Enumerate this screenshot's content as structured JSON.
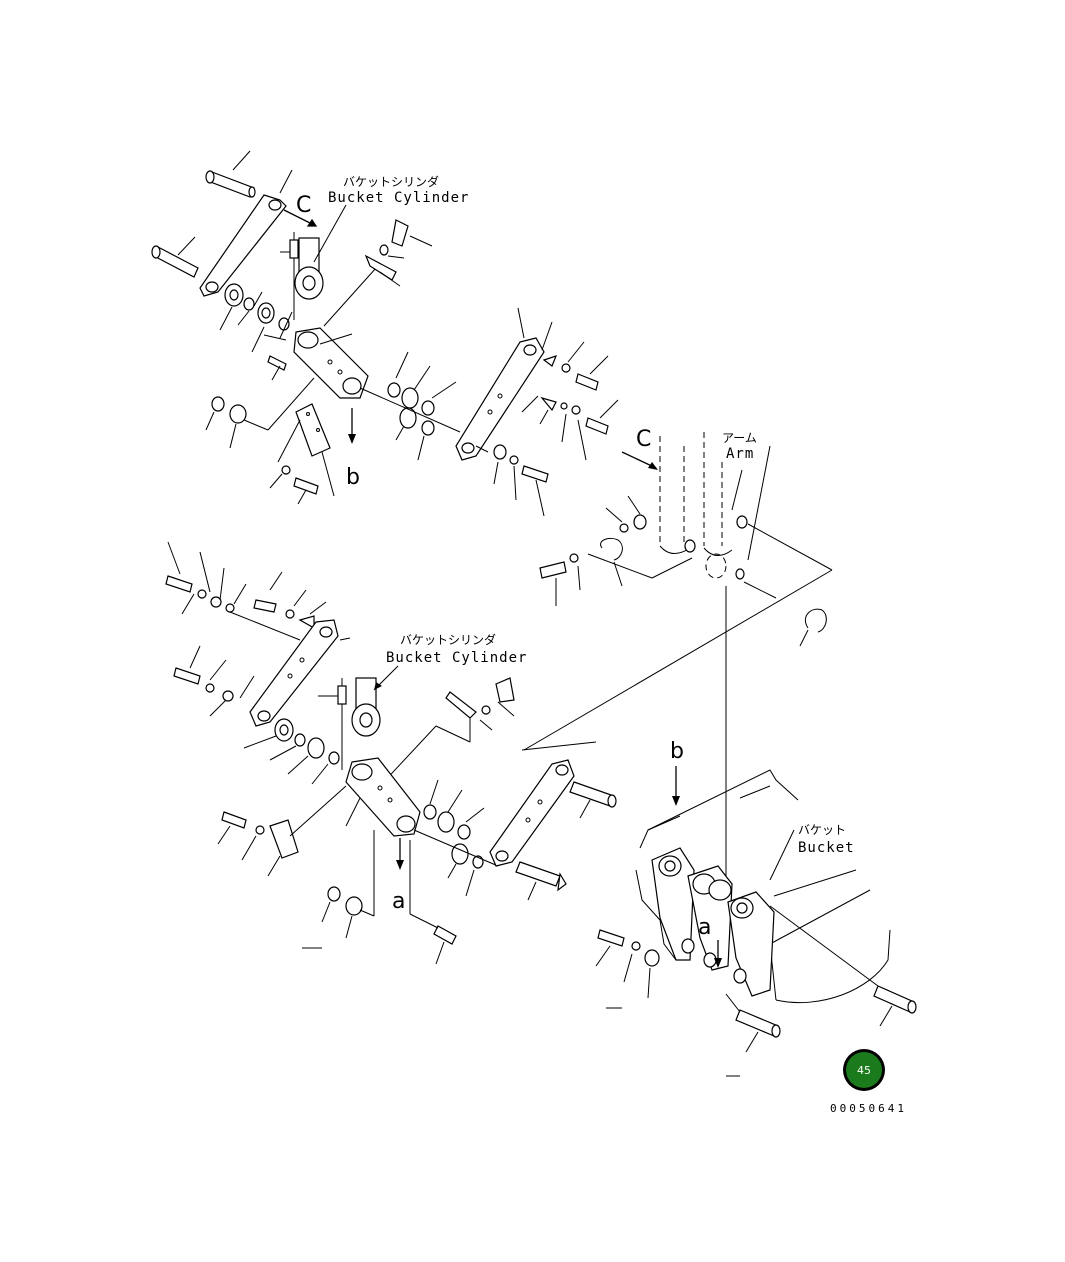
{
  "labels": {
    "top_cylinder_jp": "バケットシリンダ",
    "top_cylinder_en": "Bucket Cylinder",
    "bottom_cylinder_jp": "バケットシリンダ",
    "bottom_cylinder_en": "Bucket Cylinder",
    "arm_jp": "アーム",
    "arm_en": "Arm",
    "bucket_jp": "バケット",
    "bucket_en": "Bucket"
  },
  "markers": {
    "c_top": "C",
    "c_arm": "C",
    "b_top": "b",
    "b_bucket": "b",
    "a_bottom": "a",
    "a_bucket": "a"
  },
  "page_badge": {
    "number": "45",
    "color": "#1b7a1b"
  },
  "drawing_code": "00050641"
}
